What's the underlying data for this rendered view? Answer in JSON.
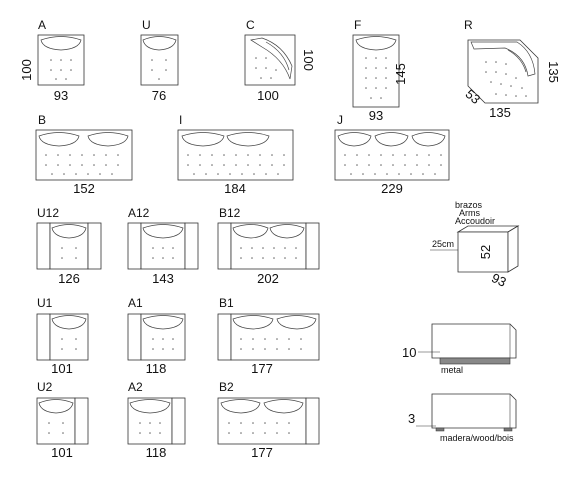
{
  "modules": [
    {
      "id": "A",
      "code": "A",
      "width": "93",
      "depth": "100",
      "type": "single"
    },
    {
      "id": "U",
      "code": "U",
      "width": "76",
      "type": "single"
    },
    {
      "id": "C",
      "code": "C",
      "width": "100",
      "depth": "100",
      "type": "corner"
    },
    {
      "id": "F",
      "code": "F",
      "width": "93",
      "depth": "145",
      "type": "chaise"
    },
    {
      "id": "R",
      "code": "R",
      "width": "135",
      "depth": "135",
      "inner": "53",
      "type": "corner-round"
    },
    {
      "id": "B",
      "code": "B",
      "width": "152",
      "type": "double"
    },
    {
      "id": "I",
      "code": "I",
      "width": "184",
      "type": "double"
    },
    {
      "id": "J",
      "code": "J",
      "width": "229",
      "type": "triple"
    },
    {
      "id": "U12",
      "code": "U12",
      "width": "126",
      "type": "single-arms-both"
    },
    {
      "id": "A12",
      "code": "A12",
      "width": "143",
      "type": "single-arms-both"
    },
    {
      "id": "B12",
      "code": "B12",
      "width": "202",
      "type": "double-arms-both"
    },
    {
      "id": "U1",
      "code": "U1",
      "width": "101",
      "type": "single-arm-left"
    },
    {
      "id": "A1",
      "code": "A1",
      "width": "118",
      "type": "single-arm-left"
    },
    {
      "id": "B1",
      "code": "B1",
      "width": "177",
      "type": "double-arm-left"
    },
    {
      "id": "U2",
      "code": "U2",
      "width": "101",
      "type": "single-arm-right"
    },
    {
      "id": "A2",
      "code": "A2",
      "width": "118",
      "type": "single-arm-right"
    },
    {
      "id": "B2",
      "code": "B2",
      "width": "177",
      "type": "double-arm-right"
    }
  ],
  "arms": {
    "title_es": "brazos",
    "title_en": "Arms",
    "title_fr": "Accoudoir",
    "width_label": "25cm",
    "height": "52",
    "depth": "93"
  },
  "bases": {
    "metal": {
      "height": "10",
      "label": "metal"
    },
    "wood": {
      "height": "3",
      "label": "madera/wood/bois"
    }
  }
}
